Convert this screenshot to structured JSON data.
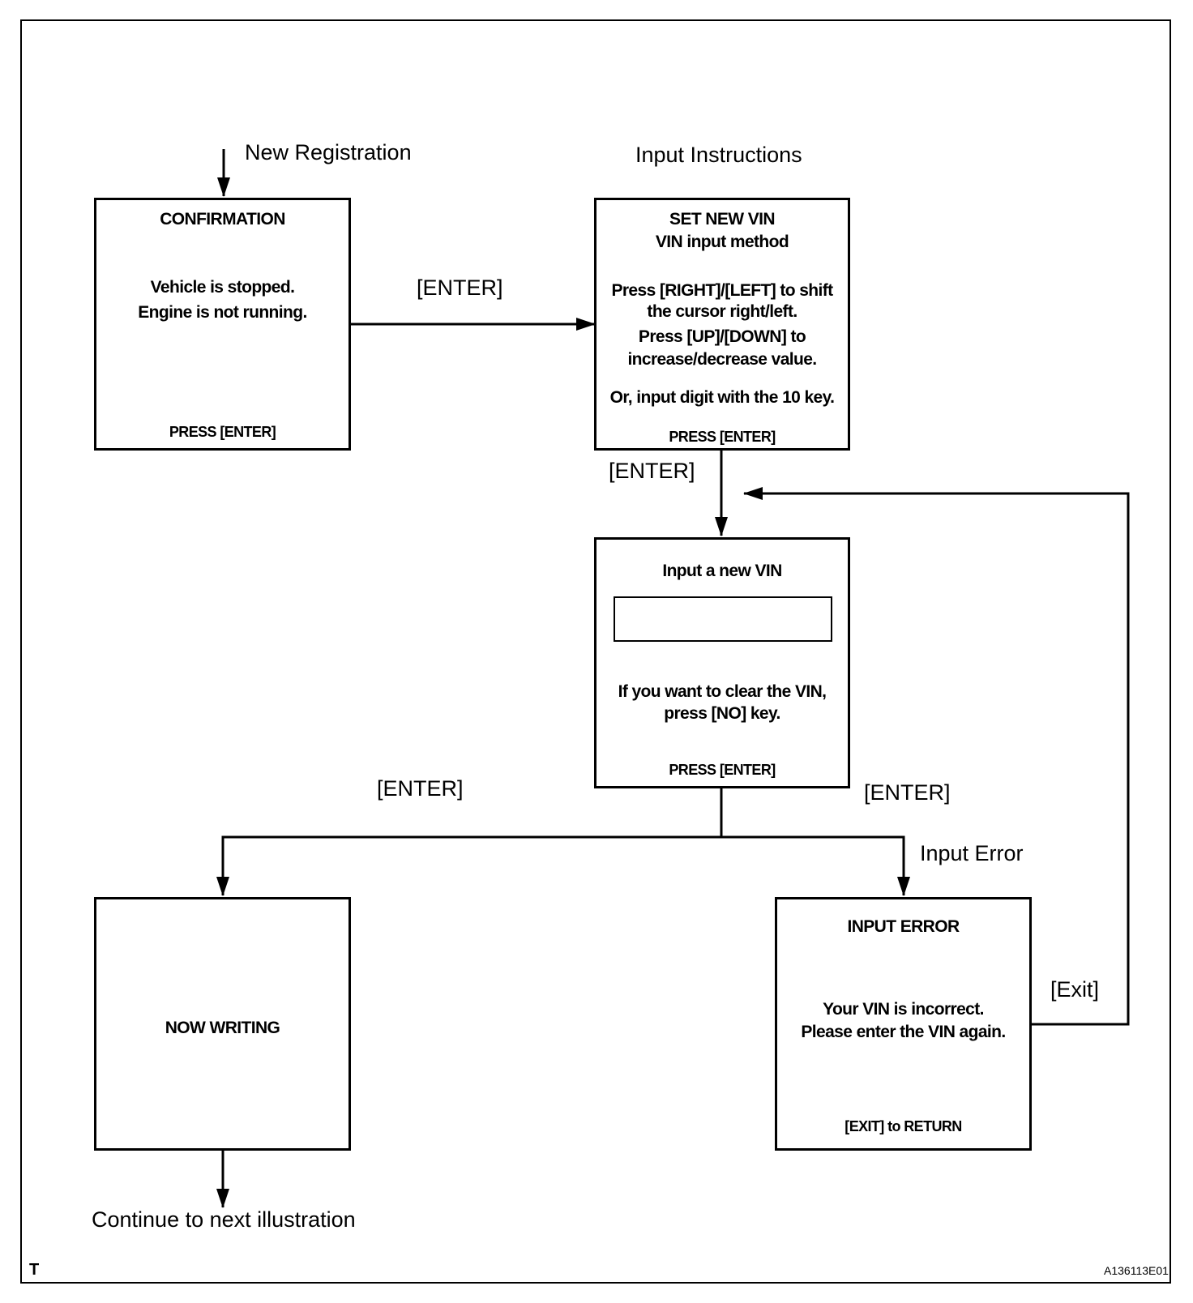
{
  "labels": {
    "new_registration": "New Registration",
    "input_instructions": "Input Instructions",
    "enter_1": "[ENTER]",
    "enter_2": "[ENTER]",
    "enter_3": "[ENTER]",
    "enter_4": "[ENTER]",
    "input_error": "Input Error",
    "exit": "[Exit]",
    "continue": "Continue to next illustration"
  },
  "screens": {
    "confirmation": {
      "title": "CONFIRMATION",
      "line1": "Vehicle is stopped.",
      "line2": "Engine is not running.",
      "footer": "PRESS [ENTER]"
    },
    "set_new_vin": {
      "title": "SET NEW VIN",
      "subtitle": "VIN input method",
      "line1": "Press [RIGHT]/[LEFT] to shift",
      "line2": "the cursor right/left.",
      "line3": "Press [UP]/[DOWN]  to",
      "line4": "increase/decrease value.",
      "line5": "Or, input digit with the 10 key.",
      "footer": "PRESS [ENTER]"
    },
    "input_new_vin": {
      "title": "Input a new VIN",
      "line1": "If you want to clear the VIN,",
      "line2": "press [NO] key.",
      "footer": "PRESS [ENTER]"
    },
    "now_writing": {
      "title": "NOW WRITING"
    },
    "input_error": {
      "title": "INPUT  ERROR",
      "line1": "Your VIN is incorrect.",
      "line2": "Please enter the VIN again.",
      "footer": "[EXIT] to RETURN"
    }
  },
  "footer": {
    "corner_mark": "T",
    "figure_id": "A136113E01"
  }
}
